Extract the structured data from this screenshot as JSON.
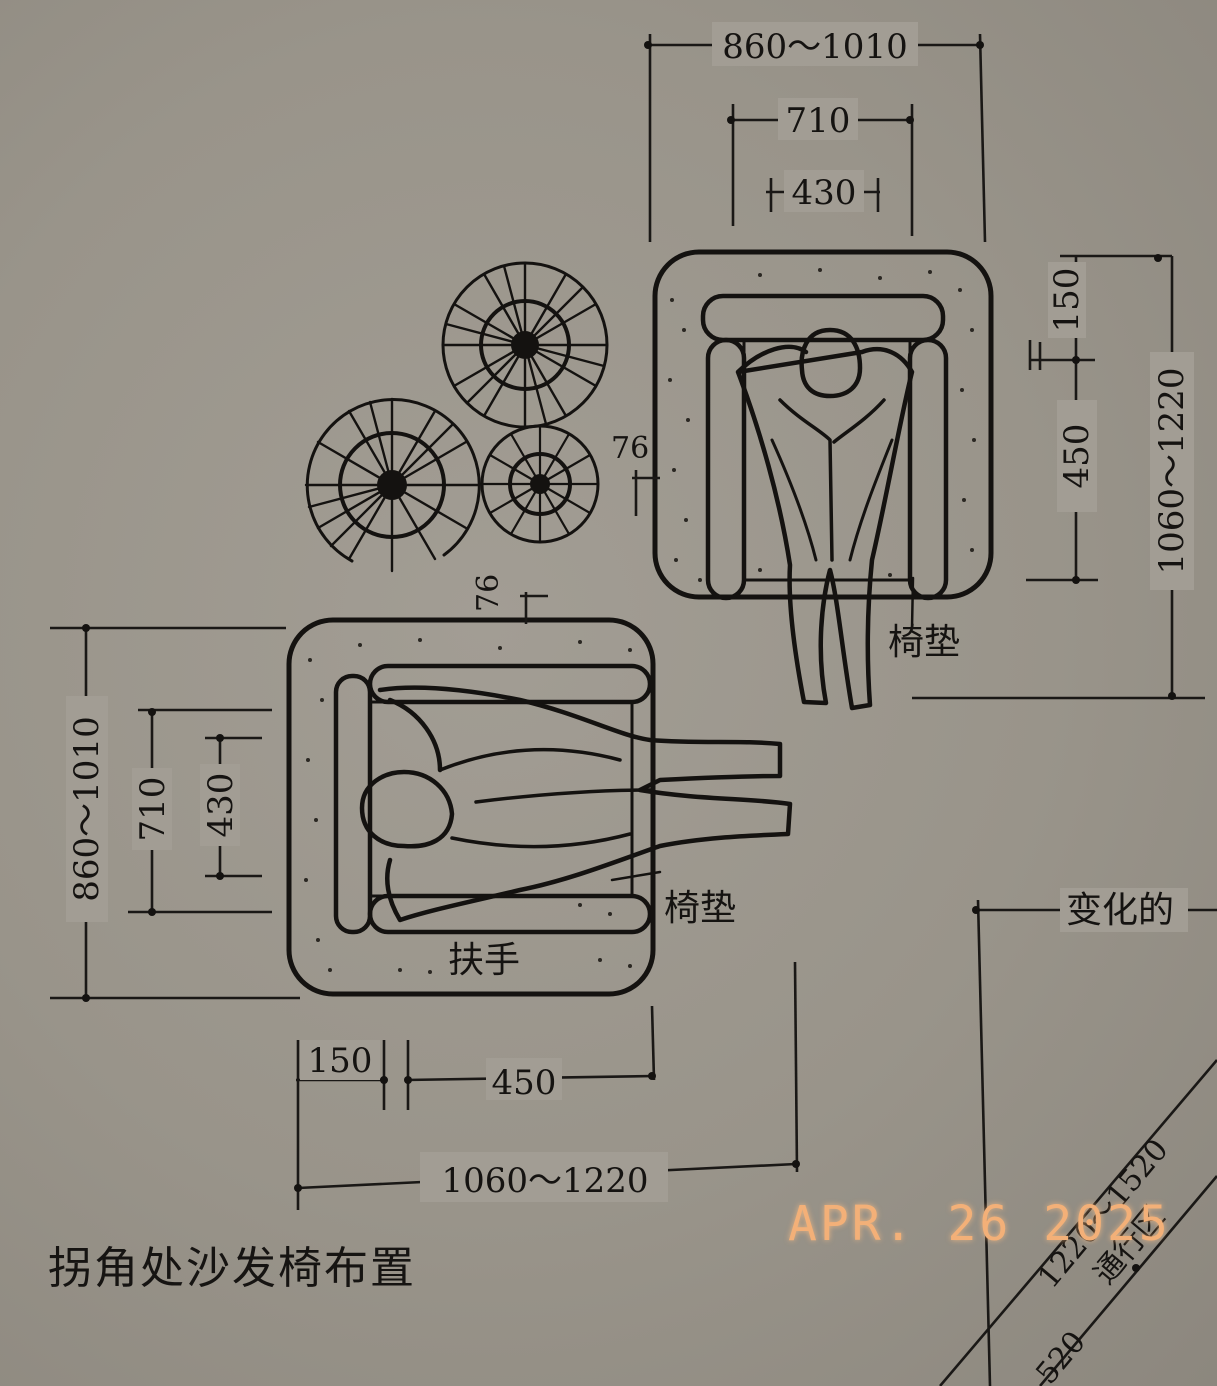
{
  "caption": "拐角处沙发椅布置",
  "date_stamp": "APR. 26 2025",
  "top_chair": {
    "width_overall": "860～1010",
    "width_inner": "710",
    "width_seat": "430",
    "depth_back": "150",
    "depth_seat": "450",
    "depth_overall": "1060～1220",
    "gap": "76",
    "cushion_label": "椅垫"
  },
  "bottom_chair": {
    "width_overall": "860～1010",
    "width_inner": "710",
    "width_seat": "430",
    "depth_back": "150",
    "depth_seat": "450",
    "depth_overall": "1060～1220",
    "gap": "76",
    "cushion_label": "椅垫",
    "armrest_label": "扶手"
  },
  "right_zone": {
    "varied_label": "变化的",
    "walkway_dim": "1220～1520",
    "walkway_label": "通行区",
    "bottom_dim": "520"
  }
}
